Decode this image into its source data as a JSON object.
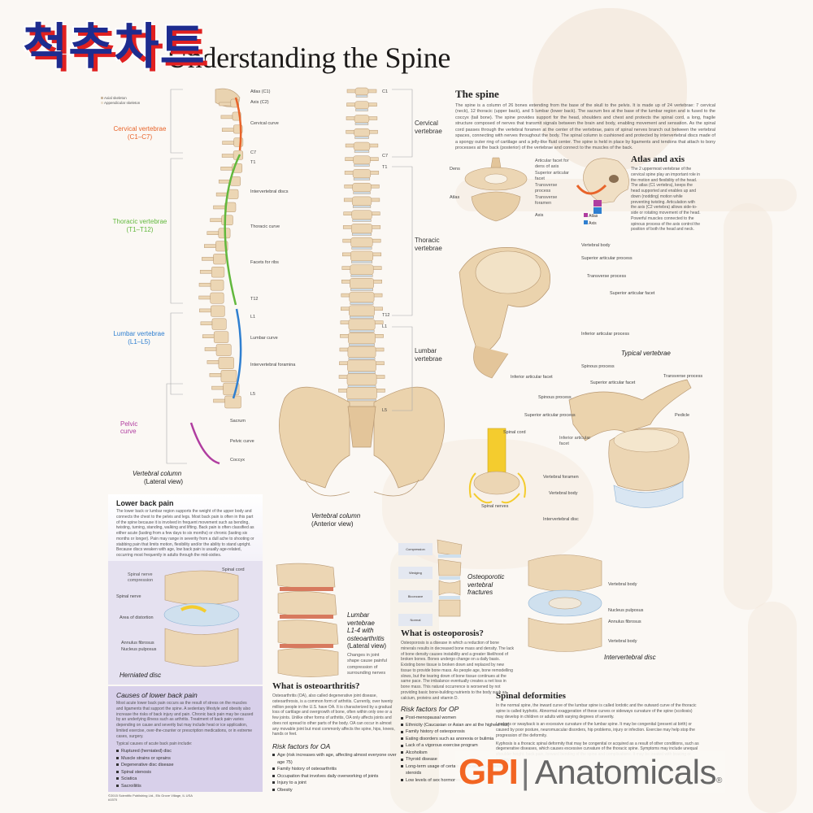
{
  "overlay_title": "척추차트",
  "poster_title": "Understanding the Spine",
  "legend": {
    "line1": "Axial skeleton",
    "line2": "Appendicular skeleton"
  },
  "regions": {
    "cervical": {
      "name": "Cervical vertebrae",
      "range": "(C1–C7)",
      "color": "#e8642a"
    },
    "thoracic": {
      "name": "Thoracic vertebrae",
      "range": "(T1–T12)",
      "color": "#62b83d"
    },
    "lumbar": {
      "name": "Lumbar vertebrae",
      "range": "(L1–L5)",
      "color": "#2f7fd0"
    },
    "pelvic": {
      "name": "Pelvic curve",
      "color": "#b03da0"
    }
  },
  "lateral_labels": [
    "Atlas (C1)",
    "Axis (C2)",
    "Cervical curve",
    "C7",
    "T1",
    "Intervertebral discs",
    "Thoracic curve",
    "Facets for ribs",
    "T12",
    "L1",
    "Lumbar curve",
    "Intervertebral foramina",
    "L5",
    "Sacrum",
    "Pelvic curve",
    "Coccyx"
  ],
  "lateral_caption": {
    "title": "Vertebral column",
    "sub": "(Lateral view)"
  },
  "anterior_labels": {
    "c1": "C1",
    "cervical": "Cervical\nvertebrae",
    "c7": "C7",
    "t1": "T1",
    "thoracic": "Thoracic\nvertebrae",
    "t12": "T12",
    "l1": "L1",
    "lumbar": "Lumbar\nvertebrae",
    "l5": "L5"
  },
  "anterior_caption": {
    "title": "Vertebral column",
    "sub": "(Anterior view)"
  },
  "spine_section": {
    "title": "The spine",
    "body": "The spine is a column of 26 bones extending from the base of the skull to the pelvis. It is made up of 24 vertebrae: 7 cervical (neck), 12 thoracic (upper back), and 5 lumbar (lower back). The sacrum lies at the base of the lumbar region and is fused to the coccyx (tail bone). The spine provides support for the head, shoulders and chest and protects the spinal cord, a long, fragile structure composed of nerves that transmit signals between the brain and body, enabling movement and sensation. As the spinal cord passes through the vertebral foramen at the center of the vertebrae, pairs of spinal nerves branch out between the vertebral spaces, connecting with nerves throughout the body. The spinal column is cushioned and protected by intervertebral discs made of a spongy outer ring of cartilage and a jelly-like fluid center. The spine is held in place by ligaments and tendons that attach to bony processes at the back (posterior) of the vertebrae and connect to the muscles of the back."
  },
  "atlas_labels": [
    "Dens",
    "Atlas",
    "Articular facet for dens of axis",
    "Superior articular facet",
    "Transverse process",
    "Transverse foramen",
    "Axis"
  ],
  "atlas_section": {
    "title": "Atlas and axis",
    "body": "The 2 uppermost vertebrae of the cervical spine play an important role in the motion and flexibility of the head. The atlas (C1 vertebra), keeps the head supported and enables up and down (nodding) motion while preventing twisting. Articulation with the axis (C2 vertebra) allows side-to-side or rotating movement of the head. Powerful muscles connected to the spinous process of the axis control the position of both the head and neck.",
    "legend": [
      "Atlas",
      "Axis"
    ]
  },
  "typical_labels": [
    "Vertebral body",
    "Superior articular process",
    "Transverse process",
    "Superior articular facet",
    "Inferior articular process",
    "Spinous process",
    "Inferior articular facet"
  ],
  "typical_caption": "Typical vertebrae",
  "second_vert_labels": [
    "Superior articular facet",
    "Transverse process",
    "Spinous process",
    "Superior articular process",
    "Pedicle",
    "Inferior articular facet",
    "Vertebral foramen",
    "Vertebral body",
    "Intervertebral disc"
  ],
  "cord_labels": [
    "Spinal cord",
    "Spinal nerves"
  ],
  "disc_labels": [
    "Vertebral body",
    "Nucleus pulposus",
    "Annulus fibrosus",
    "Vertebral body"
  ],
  "disc_caption": "Intervertebral disc",
  "lower_back": {
    "title": "Lower back pain",
    "body": "The lower back or lumbar region supports the weight of the upper body and connects the chest to the pelvis and legs. Most back pain is often in this part of the spine because it is involved in frequent movement such as bending, twisting, turning, standing, walking and lifting. Back pain is often classified as either acute (lasting from a few days to six months) or chronic (lasting six months or longer). Pain may range in severity from a dull ache to shooting or stabbing pain that limits motion, flexibility and/or the ability to stand upright. Because discs weaken with age, low back pain is usually age-related, occurring most frequently in adults through the mid-sixties."
  },
  "herniated_labels": [
    "Spinal nerve compression",
    "Spinal cord",
    "Spinal nerve",
    "Area of distortion",
    "Annulus fibrosus",
    "Nucleus pulposus"
  ],
  "herniated_caption": "Herniated disc",
  "causes": {
    "title": "Causes of lower back pain",
    "body": "Most acute lower back pain occurs as the result of stress on the muscles and ligaments that support the spine. A sedentary lifestyle and obesity also increase the risks of back injury and pain. Chronic back pain may be caused by an underlying illness such as arthritis. Treatment of back pain varies depending on cause and severity but may include heat or ice application, limited exercise, over-the-counter or prescription medications, or in extreme cases, surgery.",
    "list_intro": "Typical causes of acute back pain include:",
    "items": [
      "Ruptured (herniated) disc",
      "Muscle strains or sprains",
      "Degenerative disc disease",
      "Spinal stenosis",
      "Sciatica",
      "Sacroiliitis"
    ]
  },
  "copyright": "©2015 Scientific Publishing Ltd., Elk Grove Village, IL USA\n#1570",
  "oa_caption": {
    "title": "Lumbar\nvertebrae\nL1-4 with\nosteoarthritis",
    "sub": "(Lateral view)",
    "note": "Changes in joint\nshape cause painful\ncompression of\nsurrounding nerves"
  },
  "oa_section": {
    "title": "What is osteoarthritis?",
    "body": "Osteoarthritis (OA), also called degenerative joint disease, osteoarthrosis, is a common form of arthritis. Currently, over twenty million people in the U.S. have OA. It is characterized by a gradual loss of cartilage and overgrowth of bone, often within only one or a few joints. Unlike other forms of arthritis, OA only affects joints and does not spread to other parts of the body. OA can occur in almost any movable joint but most commonly affects the spine, hips, knees, hands or feet.",
    "risk_title": "Risk factors for OA",
    "risks": [
      "Age (risk increases with age, affecting almost everyone over age 75)",
      "Family history of osteoarthritis",
      "Occupation that involves daily overworking of joints",
      "Injury to a joint",
      "Obesity"
    ]
  },
  "op_stages": [
    "Compression",
    "Wedging",
    "Biconcave",
    "Normal"
  ],
  "op_caption": "Osteoporotic\nvertebral\nfractures",
  "op_section": {
    "title": "What is osteoporosis?",
    "body": "Osteoporosis is a disease in which a reduction of bone minerals results in decreased bone mass and density. The lack of bone density causes instability and a greater likelihood of broken bones. Bones undergo change on a daily basis. Existing bone tissue is broken down and replaced by new tissue to provide bone mass. As people age, bone remodelling slows, but the tearing down of bone tissue continues at the same pace. The imbalance eventually creates a net loss in bone mass. This natural occurrence is worsened by not providing basic bone-building nutrients to the body such as calcium, proteins and vitamin D.",
    "risk_title": "Risk factors for OP",
    "risks": [
      "Post-menopausal women",
      "Ethnicity (Caucasian or Asian are at the highest risk)",
      "Family history of osteoporosis",
      "Eating disorders such as anorexia or bulimia",
      "Lack of a vigorous exercise program",
      "Alcoholism",
      "Thyroid disease",
      "Long-term usage of certain medications, especially steroids",
      "Low levels of sex hormones"
    ]
  },
  "deformities": {
    "title": "Spinal deformities",
    "body1": "In the normal spine, the inward curve of the lumbar spine is called lordotic and the outward curve of the thoracic spine is called kyphotic. Abnormal exaggeration of these curves or sideways curvature of the spine (scoliosis) may develop in children or adults with varying degrees of severity.",
    "body2": "Lordosis or swayback is an excessive curvature of the lumbar spine. It may be congenital (present at birth) or caused by poor posture, neuromuscular disorders, hip problems, injury or infection. Exercise may help stop the progression of the deformity.",
    "body3": "Kyphosis is a thoracic spinal deformity that may be congenital or acquired as a result of other conditions, such as degenerative diseases, which causes excessive curvature of the thoracic spine. Symptoms may include unequal shoulder height, back pain, forward bending of the spine and complications. It may be treated with bracing or surgery."
  },
  "brand": {
    "gpi": "GPI",
    "sep": "|",
    "name": "Anatomicals",
    "reg": "®",
    "gpi_color": "#f26522"
  }
}
